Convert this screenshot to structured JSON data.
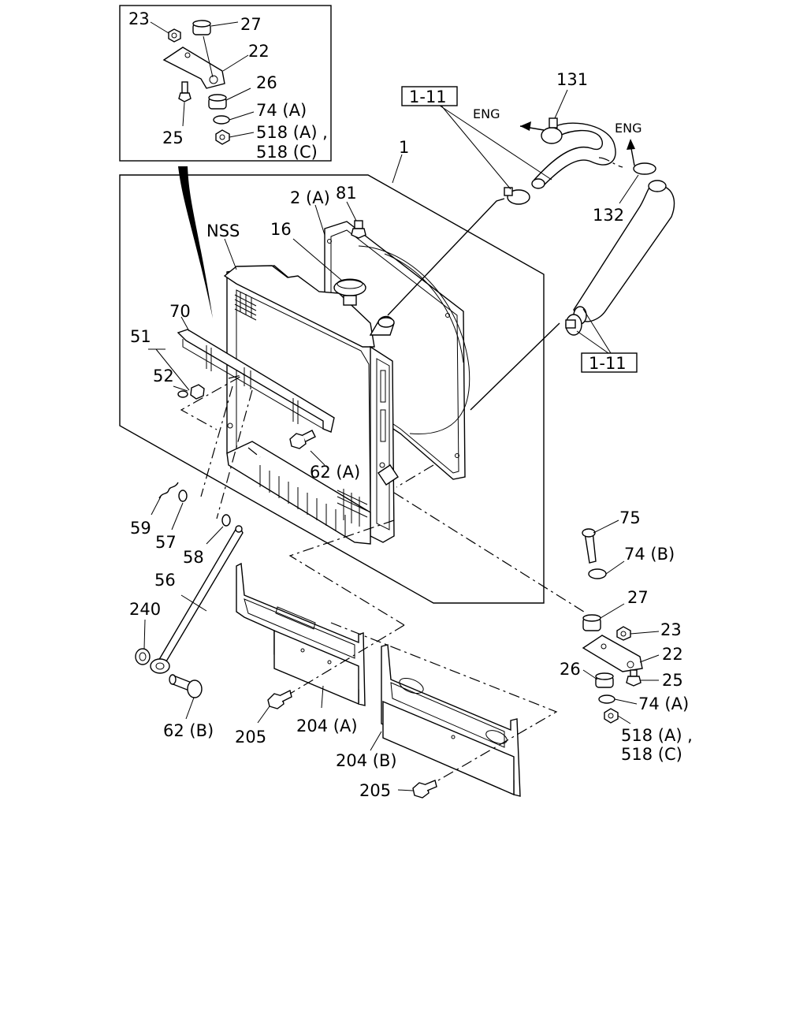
{
  "diagram": {
    "inset_labels": {
      "n23": "23",
      "n27": "27",
      "n22": "22",
      "n26": "26",
      "n74a": "74 (A)",
      "n25": "25",
      "n518a": "518 (A) ,",
      "n518c": "518 (C)"
    },
    "main_labels": {
      "n1": "1",
      "n2a": "2 (A)",
      "n81": "81",
      "nss": "NSS",
      "n16": "16",
      "n70": "70",
      "n51": "51",
      "n52": "52",
      "n62a": "62 (A)",
      "n59": "59",
      "n57": "57",
      "n58": "58",
      "n56": "56",
      "n240": "240",
      "n62b": "62 (B)",
      "n205a": "205",
      "n204a": "204 (A)",
      "n204b": "204 (B)",
      "n205b": "205"
    },
    "hose_labels": {
      "ref_top": "1-11",
      "ref_right": "1-11",
      "eng_left": "ENG",
      "eng_right": "ENG",
      "n131": "131",
      "n132": "132"
    },
    "right_labels": {
      "n75": "75",
      "n74b": "74 (B)",
      "n27": "27",
      "n23": "23",
      "n22": "22",
      "n26": "26",
      "n25": "25",
      "n74a": "74 (A)",
      "n518a": "518 (A) ,",
      "n518c": "518 (C)"
    }
  }
}
